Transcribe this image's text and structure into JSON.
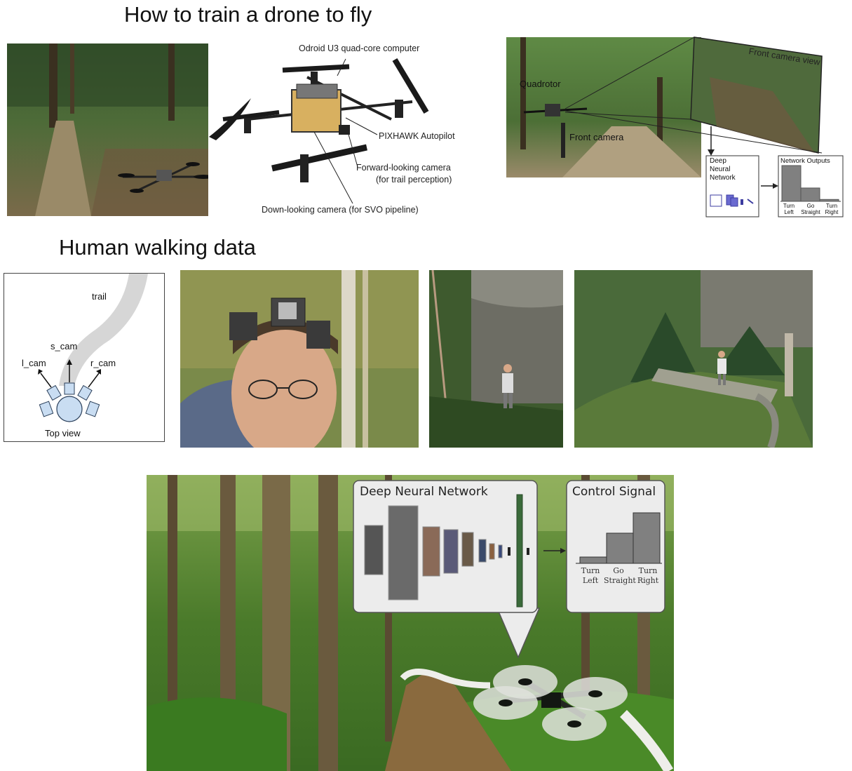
{
  "section1": {
    "title": "How to train a drone to fly",
    "drone_labels": {
      "computer": "Odroid U3 quad-core computer",
      "autopilot": "PIXHAWK Autopilot",
      "forward_camera_line1": "Forward-looking camera",
      "forward_camera_line2": "(for trail perception)",
      "down_camera": "Down-looking camera (for SVO pipeline)"
    },
    "forest_diagram": {
      "quadrotor": "Quadrotor",
      "front_camera": "Front camera",
      "front_camera_view": "Front camera view",
      "dnn_line1": "Deep",
      "dnn_line2": "Neural",
      "dnn_line3": "Network",
      "outputs_title": "Network Outputs",
      "bars": [
        {
          "line1": "Turn",
          "line2": "Left"
        },
        {
          "line1": "Go",
          "line2": "Straight"
        },
        {
          "line1": "Turn",
          "line2": "Right"
        }
      ]
    }
  },
  "section2": {
    "title": "Human walking data",
    "topview": {
      "trail": "trail",
      "s_cam": "s_cam",
      "l_cam": "l_cam",
      "r_cam": "r_cam",
      "caption": "Top view"
    }
  },
  "section3": {
    "dnn_title": "Deep Neural Network",
    "control_title": "Control Signal",
    "control_labels": [
      {
        "line1": "Turn",
        "line2": "Left"
      },
      {
        "line1": "Go",
        "line2": "Straight"
      },
      {
        "line1": "Turn",
        "line2": "Right"
      }
    ]
  },
  "chart_data": [
    {
      "type": "bar",
      "title": "Network Outputs",
      "categories": [
        "Turn Left",
        "Go Straight",
        "Turn Right"
      ],
      "values": [
        0.75,
        0.28,
        0.04
      ]
    },
    {
      "type": "bar",
      "title": "Control Signal",
      "categories": [
        "Turn Left",
        "Go Straight",
        "Turn Right"
      ],
      "values": [
        0.09,
        0.43,
        0.72
      ]
    }
  ],
  "colors": {
    "forest_dark": "#2e4a25",
    "forest_light": "#6a9a4a",
    "trail": "#8a7a5e",
    "bar_gray": "#808080",
    "camera_blue": "#c9ddf2"
  }
}
